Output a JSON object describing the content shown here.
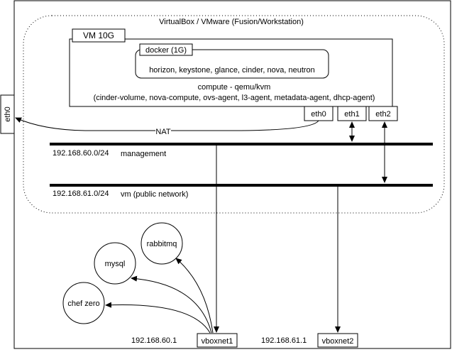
{
  "host_title": "VirtualBox / VMware (Fusion/Workstation)",
  "vm_label": "VM 10G",
  "docker_label": "docker (1G)",
  "docker_services": "horizon, keystone, glance, cinder, nova, neutron",
  "compute_title": "compute - qemu/kvm",
  "compute_services": "(cinder-volume, nova-compute, ovs-agent, l3-agent, metadata-agent, dhcp-agent)",
  "nics": [
    "eth0",
    "eth1",
    "eth2"
  ],
  "host_eth0": "eth0",
  "nat_label": "NAT",
  "networks": [
    {
      "cidr": "192.168.60.0/24",
      "name": "management"
    },
    {
      "cidr": "192.168.61.0/24",
      "name": "vm (public network)"
    }
  ],
  "host_adapters": [
    {
      "ip": "192.168.60.1",
      "name": "vboxnet1"
    },
    {
      "ip": "192.168.61.1",
      "name": "vboxnet2"
    }
  ],
  "services": [
    "rabbitmq",
    "mysql",
    "chef zero"
  ],
  "colors": {
    "line": "#000000",
    "background": "#ffffff"
  }
}
